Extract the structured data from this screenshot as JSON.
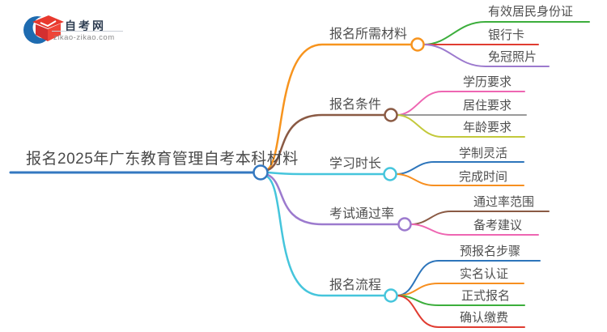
{
  "logo": {
    "title": "自考网",
    "domain": "zikao-zikao.com",
    "colors": {
      "crescent": "#1e6bb0",
      "cap_top": "#e8392e",
      "cap_left": "#d32f2f",
      "cap_right": "#ef4538"
    }
  },
  "root": {
    "label": "报名2025年广东教育管理自考本科材料",
    "color": "#3478c0"
  },
  "branches": [
    {
      "label": "报名所需材料",
      "color": "#f7941e",
      "children": [
        {
          "label": "有效居民身份证",
          "color": "#3cae3c"
        },
        {
          "label": "银行卡",
          "color": "#e03c31"
        },
        {
          "label": "免冠照片",
          "color": "#9c7ace"
        }
      ]
    },
    {
      "label": "报名条件",
      "color": "#8a5a44",
      "children": [
        {
          "label": "学历要求",
          "color": "#ee66b2"
        },
        {
          "label": "居住要求",
          "color": "#9a9a9a"
        },
        {
          "label": "年龄要求",
          "color": "#c3c93b"
        }
      ]
    },
    {
      "label": "学习时长",
      "color": "#45c5dc",
      "children": [
        {
          "label": "学制灵活",
          "color": "#2d75bb"
        },
        {
          "label": "完成时间",
          "color": "#f78f20"
        }
      ]
    },
    {
      "label": "考试通过率",
      "color": "#9c7ace",
      "children": [
        {
          "label": "通过率范围",
          "color": "#8a5a44"
        },
        {
          "label": "备考建议",
          "color": "#ee66b2"
        }
      ]
    },
    {
      "label": "报名流程",
      "color": "#45c5dc",
      "children": [
        {
          "label": "预报名步骤",
          "color": "#2d75bb"
        },
        {
          "label": "实名认证",
          "color": "#f78f20"
        },
        {
          "label": "正式报名",
          "color": "#3cae3c"
        },
        {
          "label": "确认缴费",
          "color": "#e03c31"
        }
      ]
    }
  ]
}
